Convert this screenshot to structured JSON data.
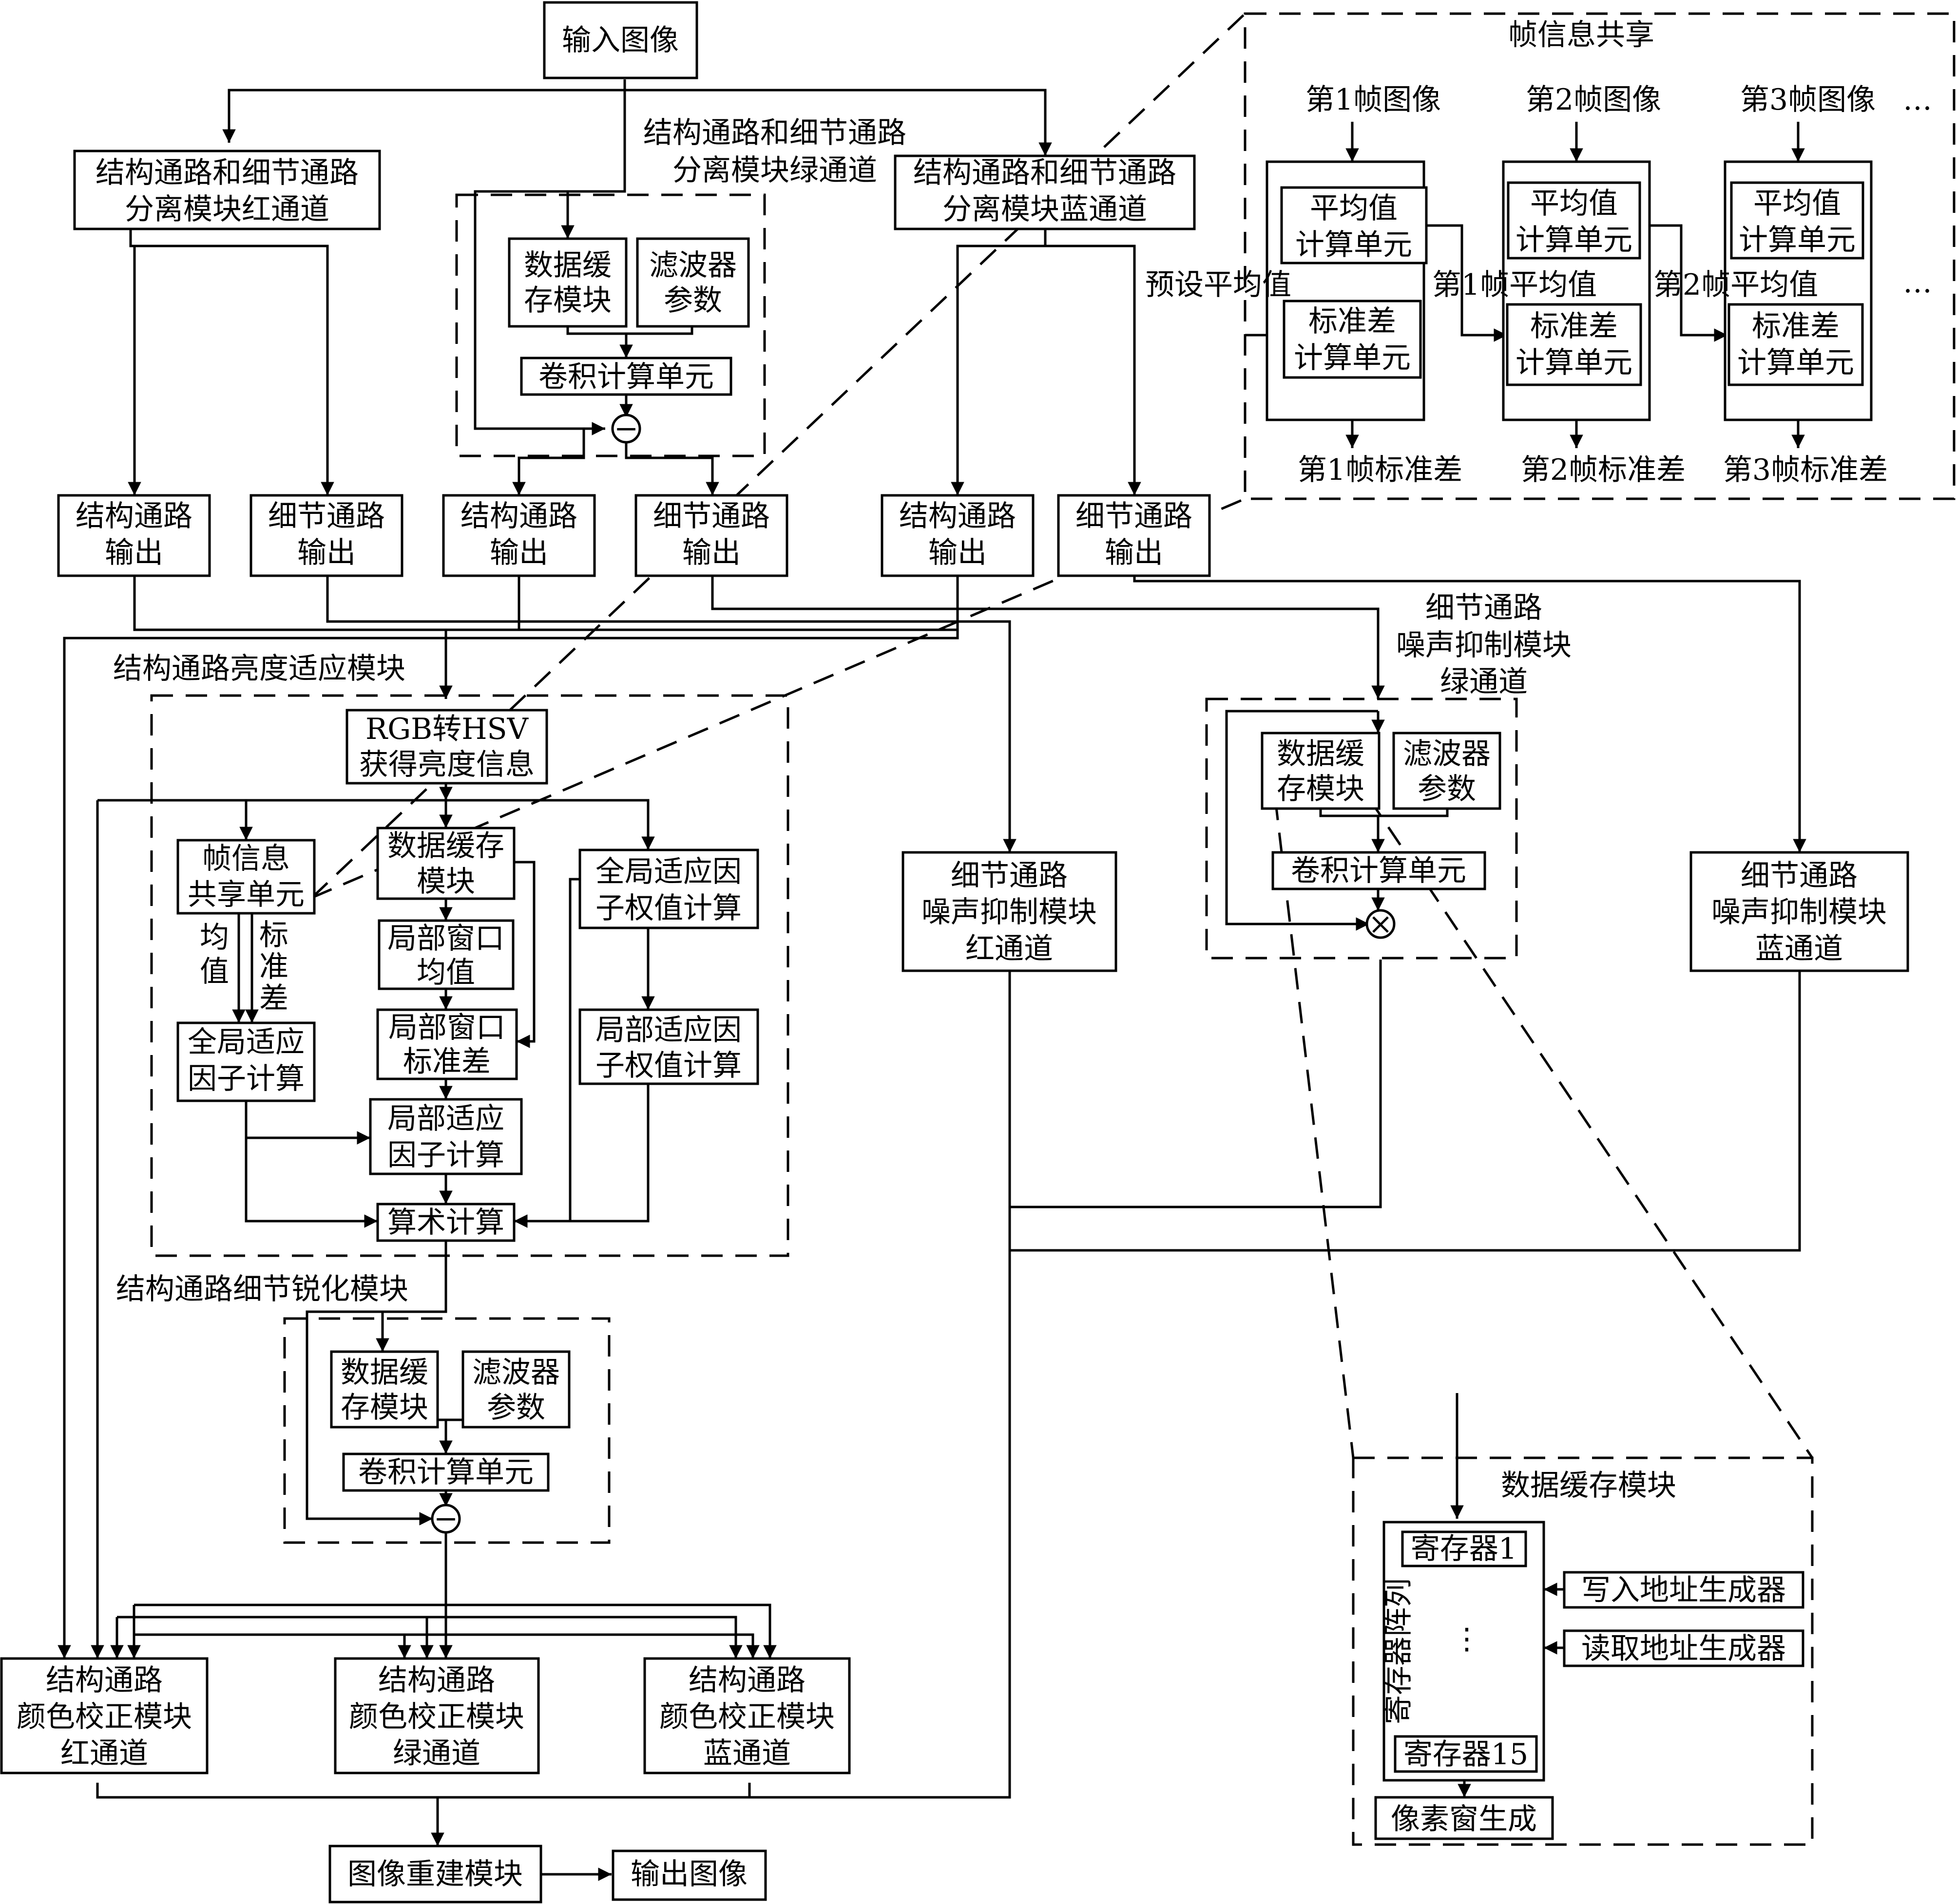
{
  "input_image": "输入图像",
  "output_image": "输出图像",
  "reconstruct": "图像重建模块",
  "sep_red": [
    "结构通路和细节通路",
    "分离模块红通道"
  ],
  "sep_green": [
    "结构通路和细节通路",
    "分离模块绿通道"
  ],
  "sep_blue": [
    "结构通路和细节通路",
    "分离模块蓝通道"
  ],
  "struct_out": [
    "结构通路",
    "输出"
  ],
  "detail_out": [
    "细节通路",
    "输出"
  ],
  "data_buffer": [
    "数据缓",
    "存模块"
  ],
  "filter_params": [
    "滤波器",
    "参数"
  ],
  "conv_unit": "卷积计算单元",
  "minus_symbol": "−",
  "times_symbol": "×",
  "frame_share": {
    "title": "帧信息共享",
    "frames": [
      "第1帧图像",
      "第2帧图像",
      "第3帧图像"
    ],
    "ellipsis": "…",
    "mean_unit": [
      "平均值",
      "计算单元"
    ],
    "std_unit": [
      "标准差",
      "计算单元"
    ],
    "preset_mean": "预设平均值",
    "frame1_mean": "第1帧平均值",
    "frame2_mean": "第2帧平均值",
    "std_outputs": [
      "第1帧标准差",
      "第2帧标准差",
      "第3帧标准差"
    ]
  },
  "brightness": {
    "title": "结构通路亮度适应模块",
    "rgb2hsv": [
      "RGB转HSV",
      "获得亮度信息"
    ],
    "frame_unit": [
      "帧信息",
      "共享单元"
    ],
    "buffer": [
      "数据缓存",
      "模块"
    ],
    "global_weight": [
      "全局适应因",
      "子权值计算"
    ],
    "mean_label": [
      "均",
      "值"
    ],
    "std_label": [
      "标",
      "准",
      "差"
    ],
    "local_mean": [
      "局部窗口",
      "均值"
    ],
    "local_std": [
      "局部窗口",
      "标准差"
    ],
    "global_factor": [
      "全局适应",
      "因子计算"
    ],
    "local_factor": [
      "局部适应",
      "因子计算"
    ],
    "local_weight": [
      "局部适应因",
      "子权值计算"
    ],
    "arith": "算术计算"
  },
  "sharpen_title": "结构通路细节锐化模块",
  "noise_green_title": [
    "细节通路",
    "噪声抑制模块",
    "绿通道"
  ],
  "noise_red": [
    "细节通路",
    "噪声抑制模块",
    "红通道"
  ],
  "noise_blue": [
    "细节通路",
    "噪声抑制模块",
    "蓝通道"
  ],
  "color_red": [
    "结构通路",
    "颜色校正模块",
    "红通道"
  ],
  "color_green": [
    "结构通路",
    "颜色校正模块",
    "绿通道"
  ],
  "color_blue": [
    "结构通路",
    "颜色校正模块",
    "蓝通道"
  ],
  "buffer_detail": {
    "title": "数据缓存模块",
    "reg1": "寄存器1",
    "reg15": "寄存器15",
    "dots": "⋮",
    "array_label": "寄存器阵列",
    "write_gen": "写入地址生成器",
    "read_gen": "读取地址生成器",
    "pixel_window": "像素窗生成"
  }
}
